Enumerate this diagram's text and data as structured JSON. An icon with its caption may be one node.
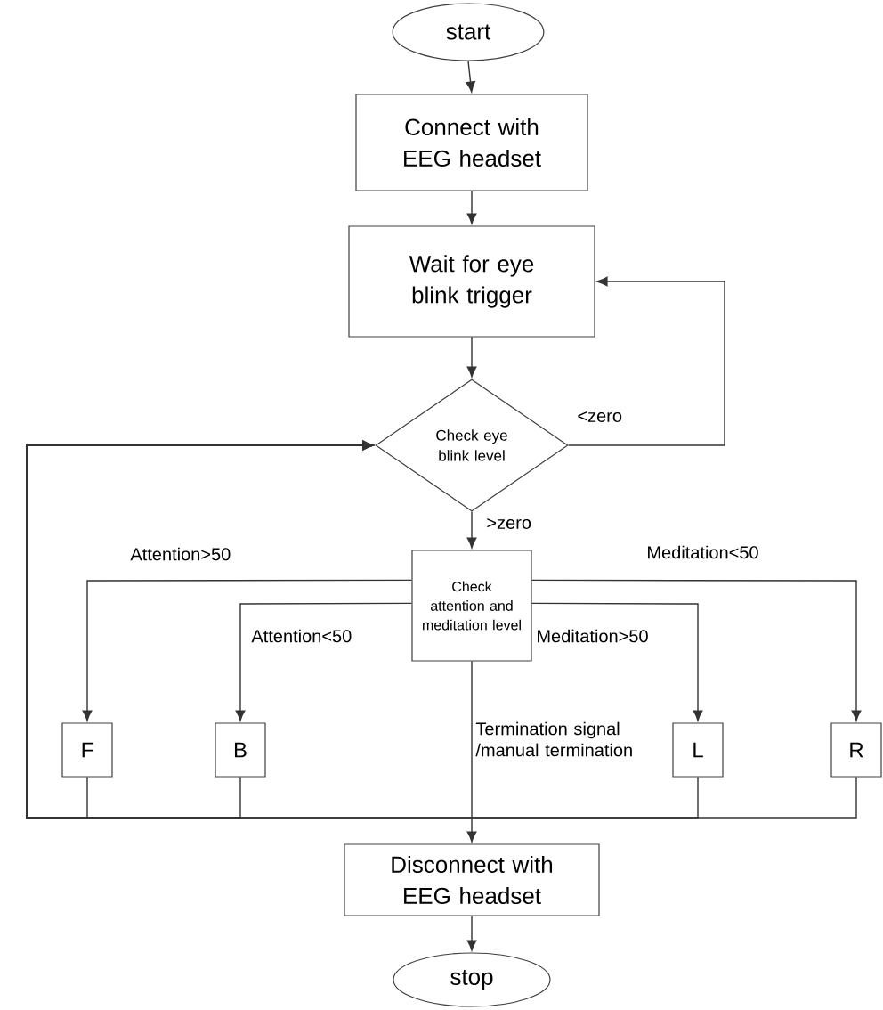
{
  "diagram": {
    "nodes": [
      {
        "text": [
          "start"
        ]
      },
      {
        "text": [
          "Connect with EEG headset"
        ]
      },
      {
        "text": [
          "Wait for eye blink trigger"
        ]
      },
      {
        "text": [
          "Check eye blink level"
        ]
      },
      {
        "text": [
          "Check attention and meditation level"
        ]
      },
      {
        "text": [
          "F"
        ]
      },
      {
        "text": [
          "B"
        ]
      },
      {
        "text": [
          "L"
        ]
      },
      {
        "text": [
          "R"
        ]
      },
      {
        "text": [
          "Disconnect with EEG headset"
        ]
      },
      {
        "text": [
          "stop"
        ]
      }
    ],
    "edges": [
      {
        "from": 0,
        "to": 1,
        "arrow": "to"
      },
      {
        "from": 1,
        "to": 2,
        "arrow": "to"
      },
      {
        "from": 2,
        "to": 3,
        "arrow": "to"
      },
      {
        "from": 3,
        "to": 2,
        "arrow": "to",
        "label": "<zero"
      },
      {
        "from": 3,
        "to": 4,
        "arrow": "to",
        "label": ">zero"
      },
      {
        "from": 4,
        "to": 5,
        "arrow": "to",
        "label": "Attention>50"
      },
      {
        "from": 4,
        "to": 6,
        "arrow": "to",
        "label": "Attention<50"
      },
      {
        "from": 4,
        "to": 7,
        "arrow": "to",
        "label": "Meditation>50"
      },
      {
        "from": 4,
        "to": 8,
        "arrow": "to",
        "label": "Meditation<50"
      },
      {
        "from": 4,
        "to": 9,
        "arrow": "to",
        "label": "Termination signal /manual termination"
      },
      {
        "from": 5,
        "to": 3,
        "arrow": "to"
      },
      {
        "from": 6,
        "to": 3,
        "arrow": "to"
      },
      {
        "from": 7,
        "to": 3,
        "arrow": "to"
      },
      {
        "from": 8,
        "to": 3,
        "arrow": "to"
      },
      {
        "from": 9,
        "to": 10,
        "arrow": "to"
      }
    ]
  }
}
